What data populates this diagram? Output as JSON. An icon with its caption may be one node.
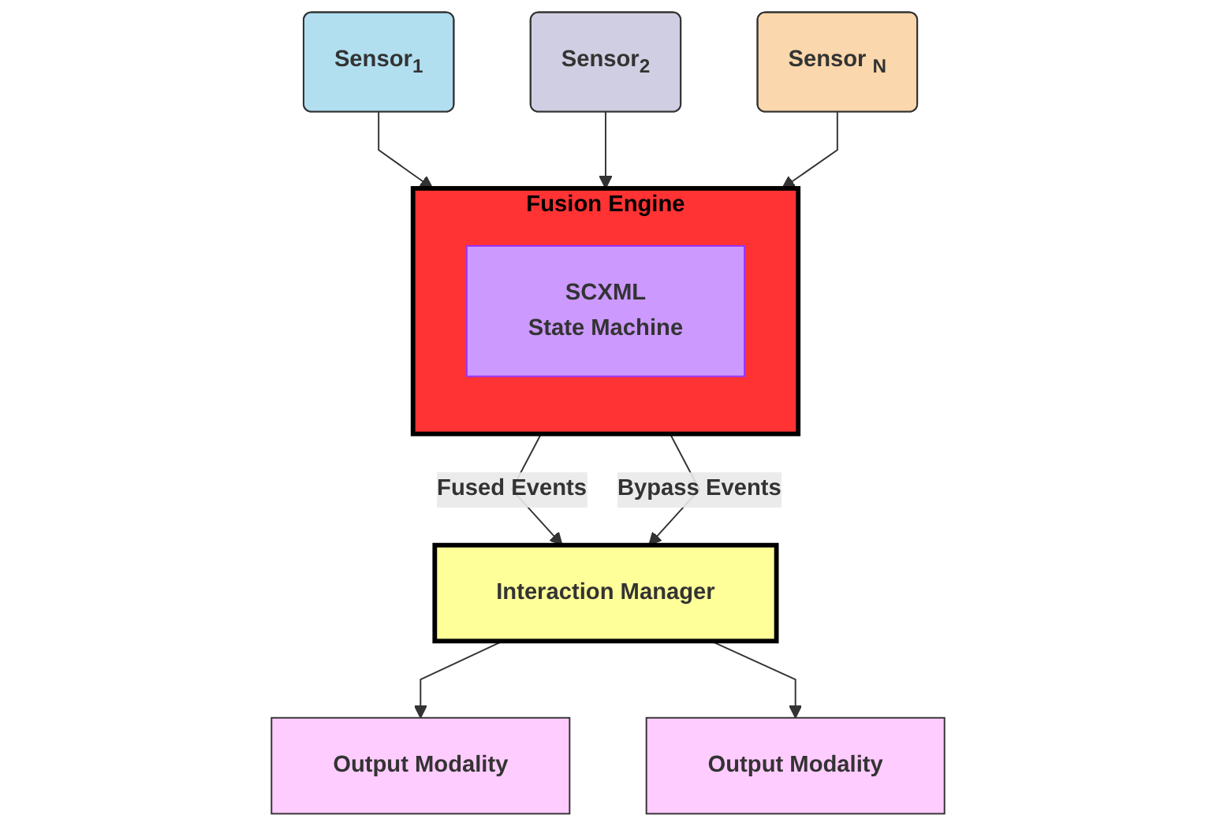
{
  "diagram": {
    "nodes": [
      {
        "text": [
          "Sensor$_{1}$"
        ]
      },
      {
        "text": [
          "Sensor$_{2}$"
        ]
      },
      {
        "text": [
          "Sensor $_{N}$"
        ]
      },
      {
        "text": [
          "Fusion Engine"
        ]
      },
      {
        "text": [
          "SCXML",
          "State Machine"
        ],
        "in": 3
      },
      {
        "text": [
          "Interaction Manager"
        ]
      },
      {
        "text": [
          "Output Modality"
        ]
      },
      {
        "text": [
          "Output Modality"
        ]
      }
    ],
    "edges": [
      {
        "from": 0,
        "to": 3,
        "arrow": "to"
      },
      {
        "from": 1,
        "to": 3,
        "arrow": "to"
      },
      {
        "from": 2,
        "to": 3,
        "arrow": "to"
      },
      {
        "from": 3,
        "to": 5,
        "arrow": "to",
        "label": "Fused Events"
      },
      {
        "from": 3,
        "to": 5,
        "arrow": "to",
        "label": "Bypass Events"
      },
      {
        "from": 5,
        "to": 6,
        "arrow": "to"
      },
      {
        "from": 5,
        "to": 7,
        "arrow": "to"
      }
    ]
  }
}
